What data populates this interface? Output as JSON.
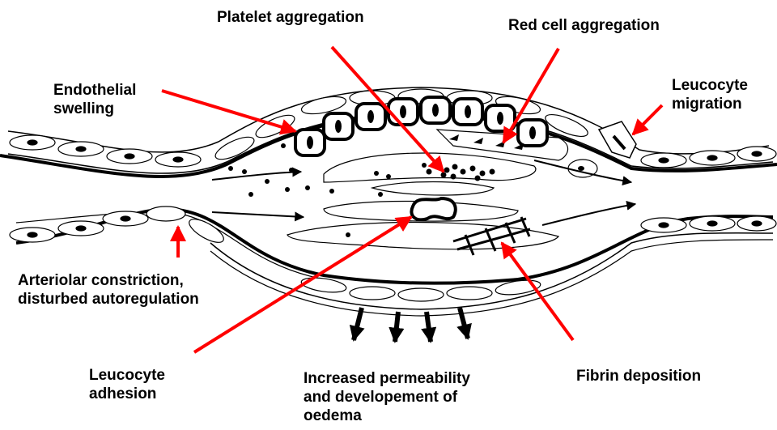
{
  "labels": {
    "platelet": "Platelet aggregation",
    "red_cell": "Red cell aggregation",
    "endothelial": "Endothelial\nswelling",
    "migration": "Leucocyte\nmigration",
    "arteriolar": "Arteriolar constriction,\ndisturbed autoregulation",
    "adhesion": "Leucocyte\nadhesion",
    "permeability": "Increased permeability\nand developement of\noedema",
    "fibrin": "Fibrin deposition"
  },
  "colors": {
    "pointer": "#ff0000",
    "outline": "#000000",
    "fill": "#ffffff"
  }
}
